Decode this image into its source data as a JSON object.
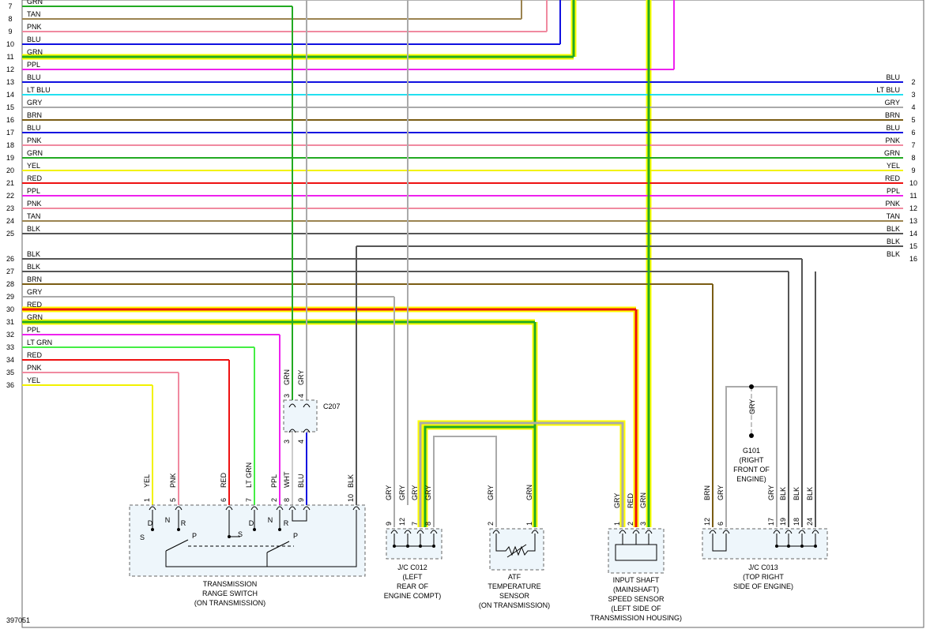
{
  "figure_id": "397051",
  "colors": {
    "GRN": "#22aa22",
    "TAN": "#9b8350",
    "PNK": "#f08aa0",
    "BLU": "#1010e0",
    "PPL": "#ee22ee",
    "LT BLU": "#22e0f0",
    "GRY": "#aaaaaa",
    "BRN": "#7a5c14",
    "YEL": "#f2f200",
    "RED": "#ee1111",
    "BLK": "#555555",
    "LT GRN": "#44ee44",
    "WHT": "#cccccc",
    "HILITE": "#ffff00"
  },
  "left_wires": [
    {
      "num": "7",
      "color": "GRN"
    },
    {
      "num": "8",
      "color": "TAN"
    },
    {
      "num": "9",
      "color": "PNK"
    },
    {
      "num": "10",
      "color": "BLU"
    },
    {
      "num": "11",
      "color": "GRN",
      "hl": true
    },
    {
      "num": "12",
      "color": "PPL"
    },
    {
      "num": "13",
      "color": "BLU"
    },
    {
      "num": "14",
      "color": "LT BLU"
    },
    {
      "num": "15",
      "color": "GRY"
    },
    {
      "num": "16",
      "color": "BRN"
    },
    {
      "num": "17",
      "color": "BLU"
    },
    {
      "num": "18",
      "color": "PNK"
    },
    {
      "num": "19",
      "color": "GRN"
    },
    {
      "num": "20",
      "color": "YEL"
    },
    {
      "num": "21",
      "color": "RED"
    },
    {
      "num": "22",
      "color": "PPL"
    },
    {
      "num": "23",
      "color": "PNK"
    },
    {
      "num": "24",
      "color": "TAN"
    },
    {
      "num": "25",
      "color": "BLK"
    },
    {
      "num": "26",
      "color": "BLK"
    },
    {
      "num": "27",
      "color": "BLK"
    },
    {
      "num": "28",
      "color": "BRN"
    },
    {
      "num": "29",
      "color": "GRY"
    },
    {
      "num": "30",
      "color": "RED",
      "hl": true
    },
    {
      "num": "31",
      "color": "GRN",
      "hl": true
    },
    {
      "num": "32",
      "color": "PPL"
    },
    {
      "num": "33",
      "color": "LT GRN"
    },
    {
      "num": "34",
      "color": "RED"
    },
    {
      "num": "35",
      "color": "PNK"
    },
    {
      "num": "36",
      "color": "YEL"
    }
  ],
  "right_wires": [
    {
      "num": "2",
      "color": "BLU"
    },
    {
      "num": "3",
      "color": "LT BLU"
    },
    {
      "num": "4",
      "color": "GRY"
    },
    {
      "num": "5",
      "color": "BRN"
    },
    {
      "num": "6",
      "color": "BLU"
    },
    {
      "num": "7",
      "color": "PNK"
    },
    {
      "num": "8",
      "color": "GRN"
    },
    {
      "num": "9",
      "color": "YEL"
    },
    {
      "num": "10",
      "color": "RED"
    },
    {
      "num": "11",
      "color": "PPL"
    },
    {
      "num": "12",
      "color": "PNK"
    },
    {
      "num": "13",
      "color": "TAN"
    },
    {
      "num": "14",
      "color": "BLK"
    },
    {
      "num": "15",
      "color": "BLK"
    },
    {
      "num": "16",
      "color": "BLK"
    }
  ],
  "c207": {
    "name": "C207",
    "top_pins": [
      "3",
      "4"
    ],
    "top_labels": [
      "GRN",
      "GRY"
    ],
    "bottom_pins": [
      "3",
      "4"
    ]
  },
  "trs": {
    "title": [
      "TRANSMISSION",
      "RANGE SWITCH",
      "(ON TRANSMISSION)"
    ],
    "pins": [
      {
        "num": "1",
        "label": "YEL"
      },
      {
        "num": "5",
        "label": "PNK"
      },
      {
        "num": "6",
        "label": "RED"
      },
      {
        "num": "7",
        "label": "LT GRN"
      },
      {
        "num": "2",
        "label": "PPL"
      },
      {
        "num": "8",
        "label": "WHT"
      },
      {
        "num": "9",
        "label": "BLU"
      },
      {
        "num": "10",
        "label": "BLK"
      }
    ],
    "switch_letters": [
      "S",
      "D",
      "N",
      "R",
      "P",
      "S",
      "D",
      "N",
      "R",
      "P"
    ]
  },
  "c012": {
    "title": [
      "J/C C012",
      "(LEFT",
      "REAR OF",
      "ENGINE COMPT)"
    ],
    "pins": [
      {
        "num": "9",
        "label": "GRY"
      },
      {
        "num": "12",
        "label": "GRY"
      },
      {
        "num": "7",
        "label": "GRY"
      },
      {
        "num": "8",
        "label": "GRY"
      }
    ]
  },
  "atf": {
    "title": [
      "ATF",
      "TEMPERATURE",
      "SENSOR",
      "(ON TRANSMISSION)"
    ],
    "pins": [
      {
        "num": "2",
        "label": "GRY"
      },
      {
        "num": "1",
        "label": "GRN"
      }
    ]
  },
  "iss": {
    "title": [
      "INPUT SHAFT",
      "(MAINSHAFT)",
      "SPEED SENSOR",
      "(LEFT SIDE OF",
      "TRANSMISSION HOUSING)"
    ],
    "pins": [
      {
        "num": "1",
        "label": "GRY"
      },
      {
        "num": "2",
        "label": "RED"
      },
      {
        "num": "3",
        "label": "GRN"
      }
    ]
  },
  "c013": {
    "title": [
      "J/C C013",
      "(TOP RIGHT",
      "SIDE OF ENGINE)"
    ],
    "pins": [
      {
        "num": "12",
        "label": "BRN"
      },
      {
        "num": "6",
        "label": "GRY"
      },
      {
        "num": "17",
        "label": "GRY"
      },
      {
        "num": "19",
        "label": "BLK"
      },
      {
        "num": "18",
        "label": "BLK"
      },
      {
        "num": "24",
        "label": "BLK"
      }
    ]
  },
  "g101": {
    "label": "GRY",
    "title": [
      "G101",
      "(RIGHT",
      "FRONT OF",
      "ENGINE)"
    ]
  }
}
